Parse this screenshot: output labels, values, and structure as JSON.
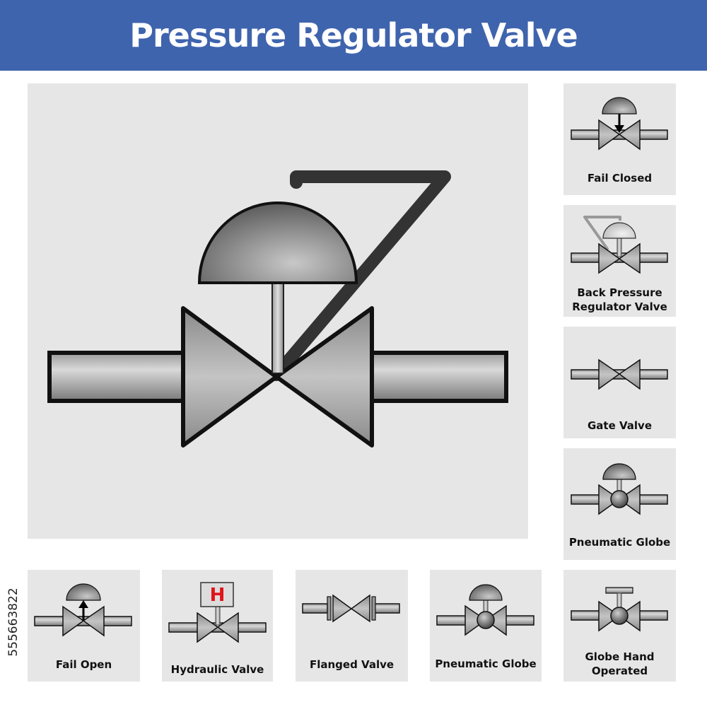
{
  "title": "Pressure Regulator Valve",
  "side_id": "555663822",
  "right_cards": [
    {
      "label": "Fail Closed"
    },
    {
      "label_line1": "Back Pressure",
      "label_line2": "Regulator Valve"
    },
    {
      "label": "Gate Valve"
    },
    {
      "label": "Pneumatic Globe"
    },
    {
      "label_line1": "Globe Hand",
      "label_line2": "Operated"
    }
  ],
  "bottom_cards": [
    {
      "label": "Fail Open"
    },
    {
      "label": "Hydraulic Valve",
      "badge": "H"
    },
    {
      "label": "Flanged Valve"
    },
    {
      "label": "Pneumatic Globe"
    }
  ],
  "colors": {
    "header": "#3f64ae",
    "panel": "#e6e6e6",
    "badge_text": "#e0141b"
  }
}
